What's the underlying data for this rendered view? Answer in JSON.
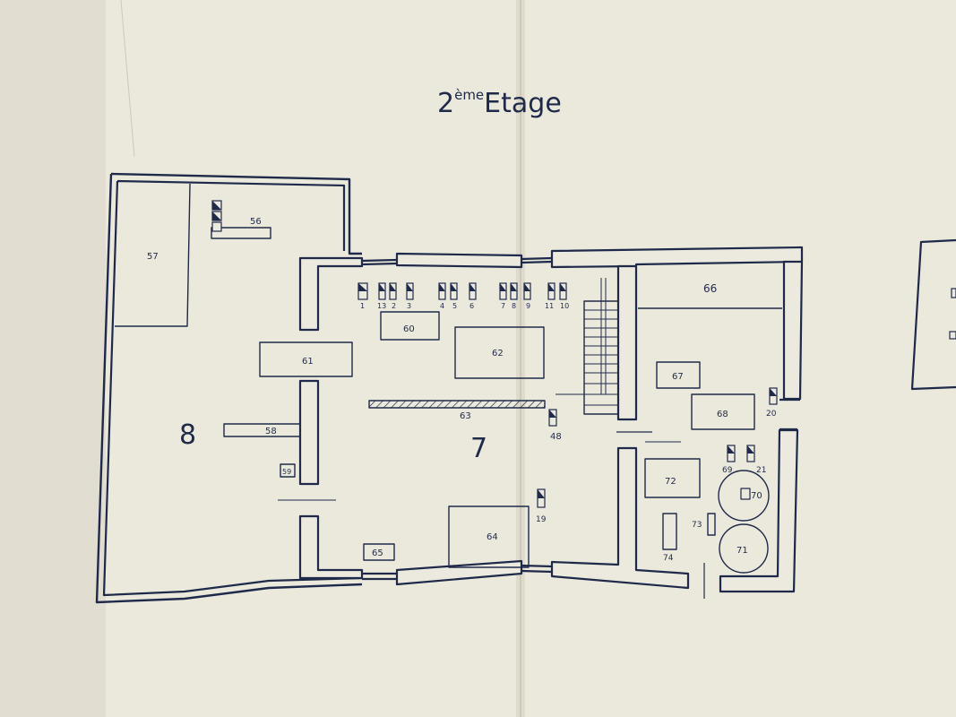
{
  "colors": {
    "paper": "#ebe8dc",
    "paper_shadow": "#d6d2c3",
    "ink": "#1f2a4a",
    "wall_fill": "#ece9de"
  },
  "title": {
    "prefix": "2",
    "superscript": "ème",
    "main": "Etage"
  },
  "rooms": {
    "room_8": "8",
    "room_7": "7"
  },
  "items": {
    "i56": "56",
    "i57": "57",
    "i58": "58",
    "i59": "59",
    "i60": "60",
    "i61": "61",
    "i62": "62",
    "i63": "63",
    "i64": "64",
    "i65": "65",
    "i66": "66",
    "i67": "67",
    "i68": "68",
    "i69": "69",
    "i70": "70",
    "i71": "71",
    "i72": "72",
    "i73": "73",
    "i74": "74"
  },
  "markers": {
    "m1": "1",
    "m13": "13",
    "m2": "2",
    "m3": "3",
    "m4": "4",
    "m5": "5",
    "m6": "6",
    "m7": "7",
    "m8": "8",
    "m9": "9",
    "m11": "11",
    "m10": "10",
    "m48": "48",
    "m19": "19",
    "m20": "20",
    "m21": "21"
  }
}
